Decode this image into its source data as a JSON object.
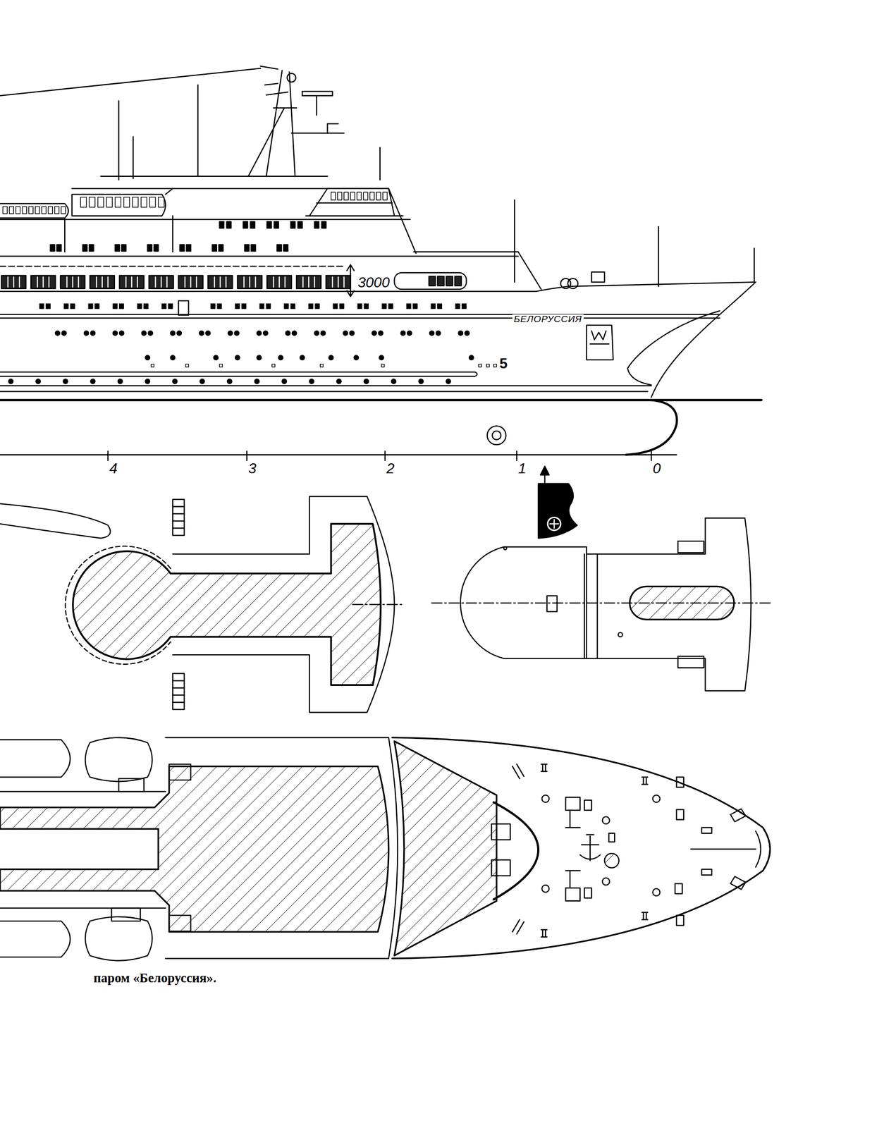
{
  "diagram": {
    "caption": "паром «Белоруссия».",
    "labels": [
      "3000",
      "БЕЛОРУССИЯ",
      "5",
      "4",
      "3",
      "2",
      "1",
      "0"
    ]
  }
}
